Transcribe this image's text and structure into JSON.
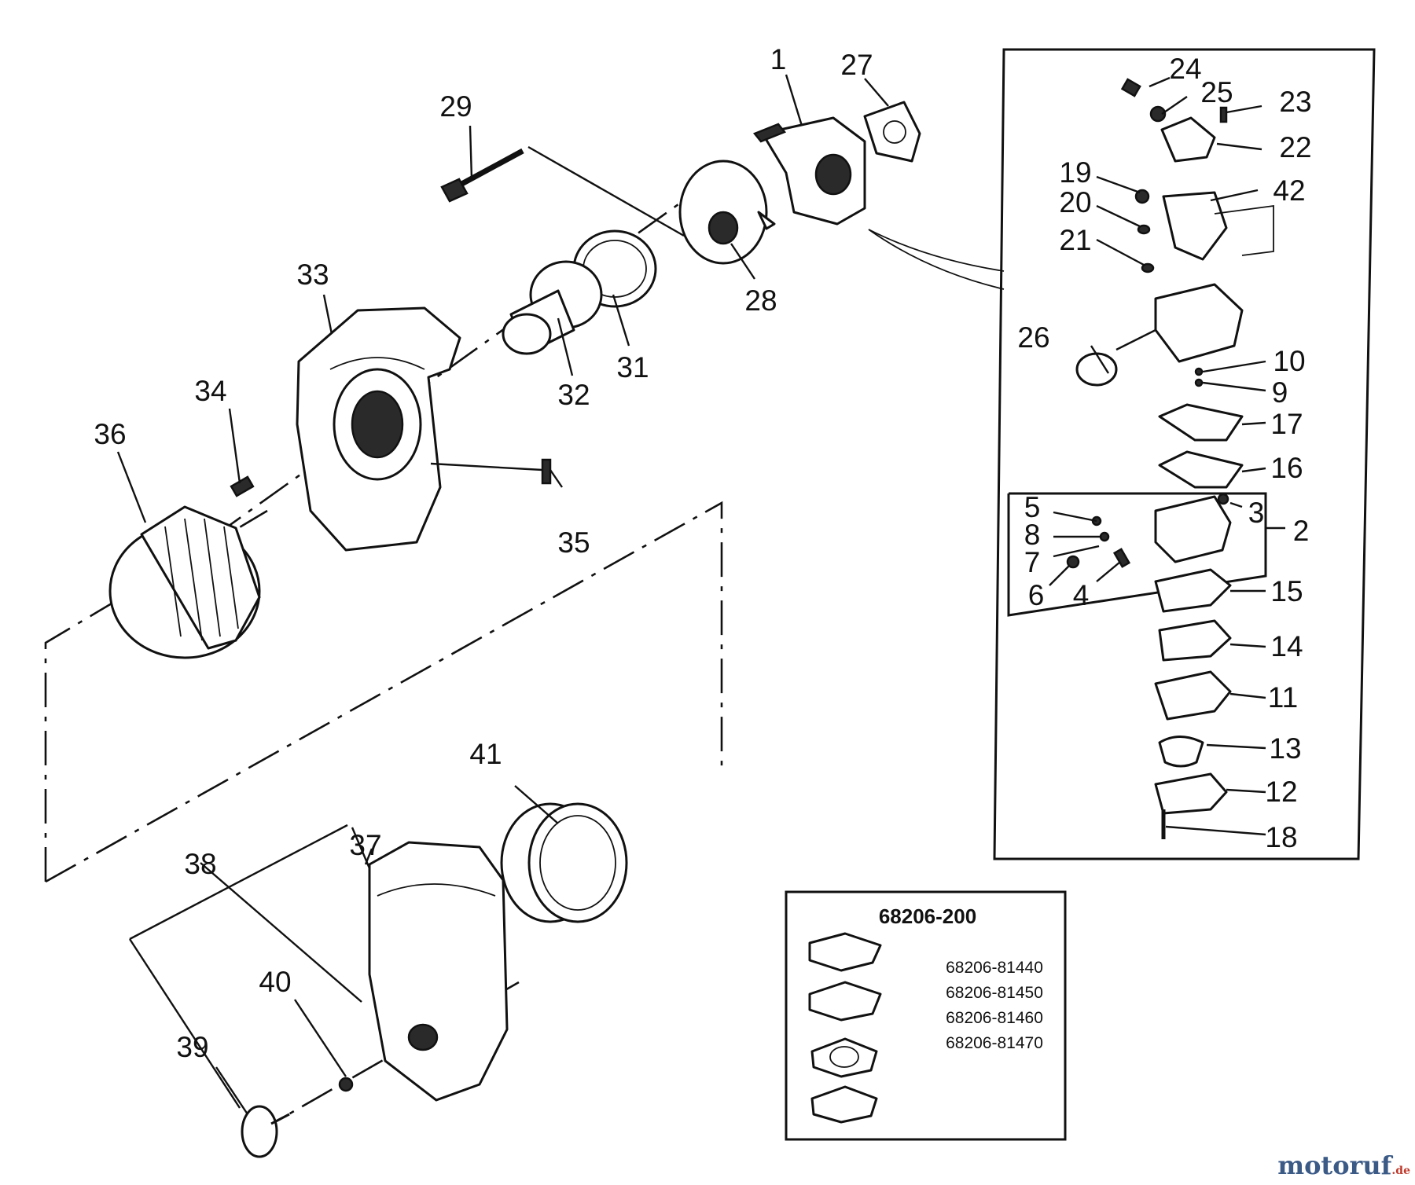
{
  "callouts": {
    "p1": "1",
    "p2": "2",
    "p3": "3",
    "p4": "4",
    "p5": "5",
    "p6": "6",
    "p7": "7",
    "p8": "8",
    "p9": "9",
    "p10": "10",
    "p11": "11",
    "p12": "12",
    "p13": "13",
    "p14": "14",
    "p15": "15",
    "p16": "16",
    "p17": "17",
    "p18": "18",
    "p19": "19",
    "p20": "20",
    "p21": "21",
    "p22": "22",
    "p23": "23",
    "p24": "24",
    "p25": "25",
    "p26": "26",
    "p27": "27",
    "p28": "28",
    "p29": "29",
    "p31": "31",
    "p32": "32",
    "p33": "33",
    "p34": "34",
    "p35": "35",
    "p36": "36",
    "p37": "37",
    "p38": "38",
    "p39": "39",
    "p40": "40",
    "p41": "41",
    "p42": "42"
  },
  "kit": {
    "title": "68206-200",
    "parts": [
      "68206-81440",
      "68206-81450",
      "68206-81460",
      "68206-81470"
    ]
  },
  "watermark": {
    "name": "motoruf",
    "suffix": ".de"
  }
}
